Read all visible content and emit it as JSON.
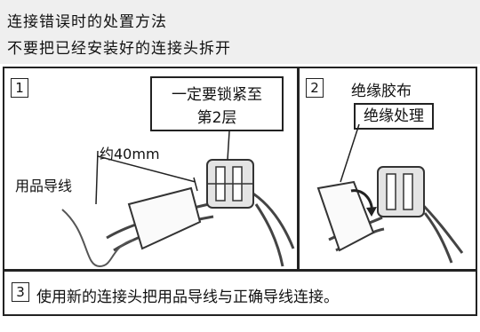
{
  "header": {
    "line1": "连接错误时的处置方法",
    "line2": "不要把已经安装好的连接头拆开"
  },
  "panel1": {
    "number": "1",
    "callout_line1": "一定要锁紧至",
    "callout_line2": "第2层",
    "measure_label": "约40mm",
    "wire_label": "用品导线"
  },
  "panel2": {
    "number": "2",
    "tape_label": "绝缘胶布",
    "callout": "绝缘处理"
  },
  "panel3": {
    "number": "3",
    "text": "使用新的连接头把用品导线与正确导线连接。"
  }
}
